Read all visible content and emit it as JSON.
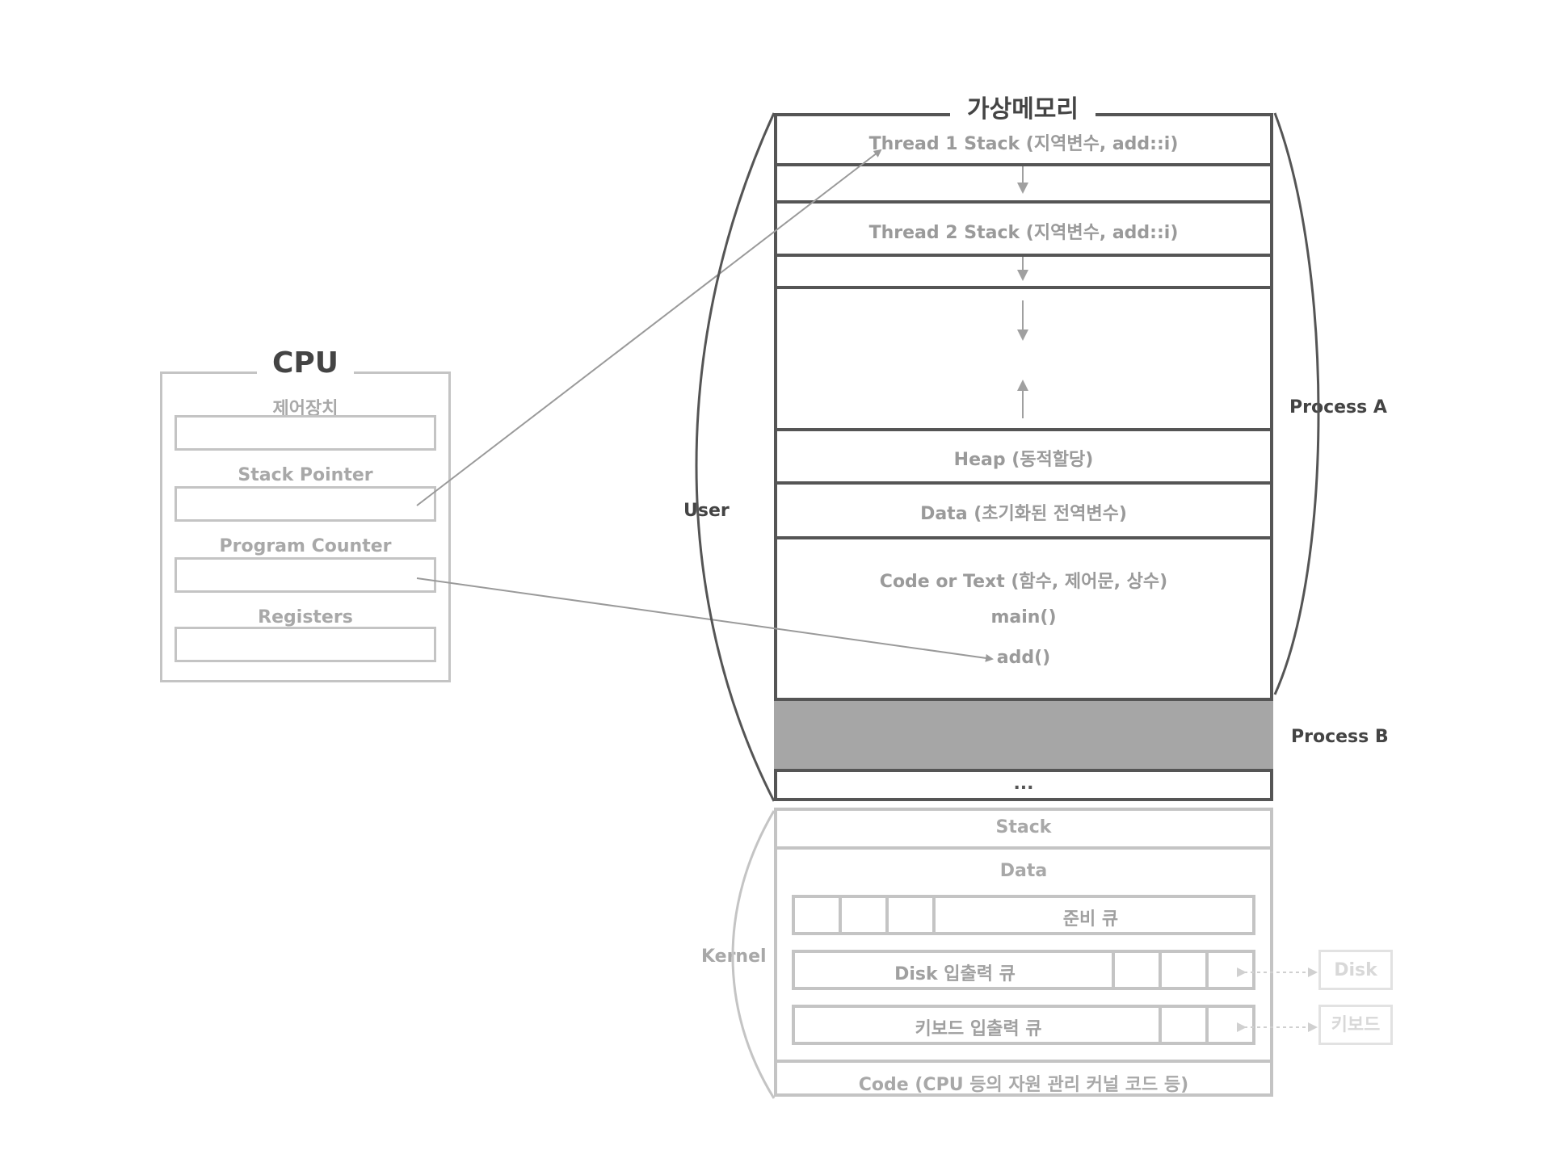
{
  "cpu": {
    "title": "CPU",
    "registers": [
      "제어장치",
      "Stack Pointer",
      "Program Counter",
      "Registers"
    ]
  },
  "virtual_memory": {
    "title": "가상메모리",
    "thread1_stack": "Thread 1 Stack (지역변수, add::i)",
    "thread2_stack": "Thread 2 Stack (지역변수, add::i)",
    "heap": "Heap (동적할당)",
    "data": "Data (초기화된 전역변수)",
    "code": "Code or Text (함수, 제어문, 상수)",
    "main_fn": "main()",
    "add_fn": "add()",
    "ellipsis": "...",
    "process_a": "Process A",
    "process_b": "Process B",
    "user": "User"
  },
  "kernel": {
    "label": "Kernel",
    "stack": "Stack",
    "data": "Data",
    "ready_queue": "준비 큐",
    "disk_queue": "Disk 입출력 큐",
    "keyboard_queue": "키보드 입출력 큐",
    "code": "Code (CPU 등의 자원 관리 커널 코드 등)"
  },
  "devices": {
    "disk": "Disk",
    "keyboard": "키보드"
  },
  "colors": {
    "dark_line": "#555555",
    "light_line": "#c4c4c4",
    "process_b_fill": "#a6a6a6",
    "arrow": "#9a9a9a"
  }
}
